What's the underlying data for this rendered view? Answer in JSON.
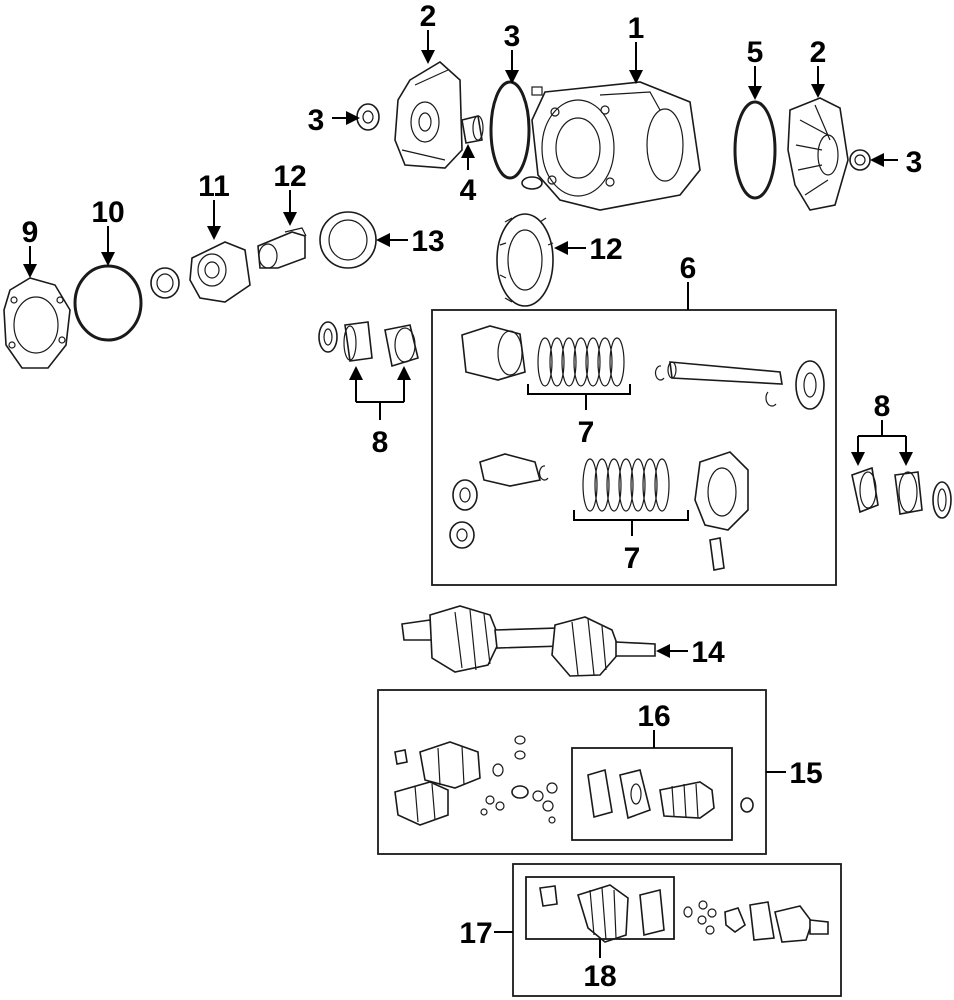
{
  "diagram": {
    "callouts": [
      {
        "id": "c1",
        "label": "1"
      },
      {
        "id": "c2a",
        "label": "2"
      },
      {
        "id": "c2b",
        "label": "2"
      },
      {
        "id": "c3a",
        "label": "3"
      },
      {
        "id": "c3b",
        "label": "3"
      },
      {
        "id": "c3c",
        "label": "3"
      },
      {
        "id": "c4",
        "label": "4"
      },
      {
        "id": "c5",
        "label": "5"
      },
      {
        "id": "c6",
        "label": "6"
      },
      {
        "id": "c7a",
        "label": "7"
      },
      {
        "id": "c7b",
        "label": "7"
      },
      {
        "id": "c8a",
        "label": "8"
      },
      {
        "id": "c8b",
        "label": "8"
      },
      {
        "id": "c9",
        "label": "9"
      },
      {
        "id": "c10",
        "label": "10"
      },
      {
        "id": "c11",
        "label": "11"
      },
      {
        "id": "c12a",
        "label": "12"
      },
      {
        "id": "c12b",
        "label": "12"
      },
      {
        "id": "c13",
        "label": "13"
      },
      {
        "id": "c14",
        "label": "14"
      },
      {
        "id": "c15",
        "label": "15"
      },
      {
        "id": "c16",
        "label": "16"
      },
      {
        "id": "c17",
        "label": "17"
      },
      {
        "id": "c18",
        "label": "18"
      }
    ]
  }
}
